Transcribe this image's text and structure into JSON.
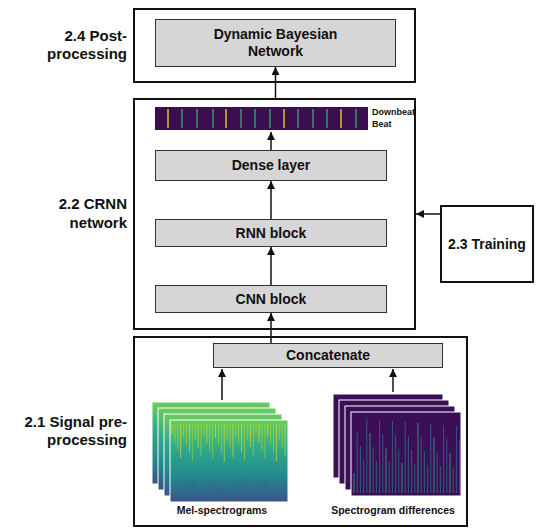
{
  "diagram": {
    "nodes": [
      {
        "text": [
          "2.4 Post- processing"
        ]
      },
      {
        "text": [
          "Dynamic Bayesian Network"
        ],
        "in": 0
      },
      {
        "text": [
          "2.2 CRNN network"
        ]
      },
      {
        "text": [
          "Dense layer"
        ],
        "in": 2
      },
      {
        "text": [
          "RNN block"
        ],
        "in": 2
      },
      {
        "text": [
          "CNN block"
        ],
        "in": 2
      },
      {
        "text": [
          "2.3 Training"
        ]
      },
      {
        "text": [
          "2.1 Signal pre- processing"
        ]
      },
      {
        "text": [
          "Concatenate"
        ],
        "in": 7
      }
    ],
    "edges": [
      {
        "from": 8,
        "to": 5,
        "arrow": "to"
      },
      {
        "from": 5,
        "to": 4,
        "arrow": "to"
      },
      {
        "from": 4,
        "to": 3,
        "arrow": "to"
      },
      {
        "from": 2,
        "to": 1,
        "arrow": "to"
      },
      {
        "from": 6,
        "to": 2,
        "arrow": "to"
      }
    ],
    "labels": [
      "Downbeat",
      "Beat",
      "Mel-spectrograms",
      "Spectrogram differences"
    ]
  }
}
